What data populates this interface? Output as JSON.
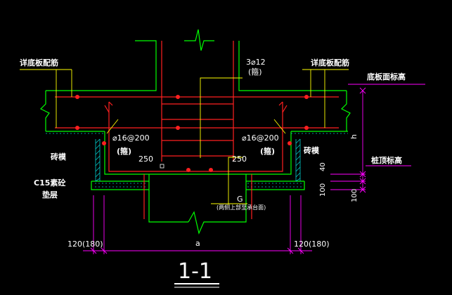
{
  "drawing": {
    "title": "1-1",
    "labels": {
      "slab_rebar_left": "详底板配筋",
      "slab_rebar_right": "详底板配筋",
      "top_bars": "3⌀12",
      "top_bars_note": "(箍)",
      "stirrup_left": "⌀16@200",
      "stirrup_left_note": "(箍)",
      "stirrup_right": "⌀16@200",
      "stirrup_right_note": "(箍)",
      "brick_left": "砖模",
      "brick_right": "砖模",
      "cushion_1": "C15素砼",
      "cushion_2": "垫层",
      "slab_top_elev": "底板面标高",
      "pile_top_elev": "桩顶标高",
      "dim_250_left": "250",
      "dim_250_right": "250",
      "dim_40": "40",
      "dim_100_a": "100",
      "dim_100_b": "100",
      "dim_h": "h",
      "dim_a": "a",
      "dim_120_left": "120(180)",
      "dim_120_right": "120(180)",
      "g_label": "G",
      "g_note": "(两侧上部至承台面)"
    },
    "colors": {
      "background": "#000000",
      "outline": "#00ff00",
      "rebar": "#ff2020",
      "leader": "#ffff00",
      "dimension": "#ff00ff",
      "hatch": "#00c8c8",
      "text": "#ffffff"
    }
  }
}
